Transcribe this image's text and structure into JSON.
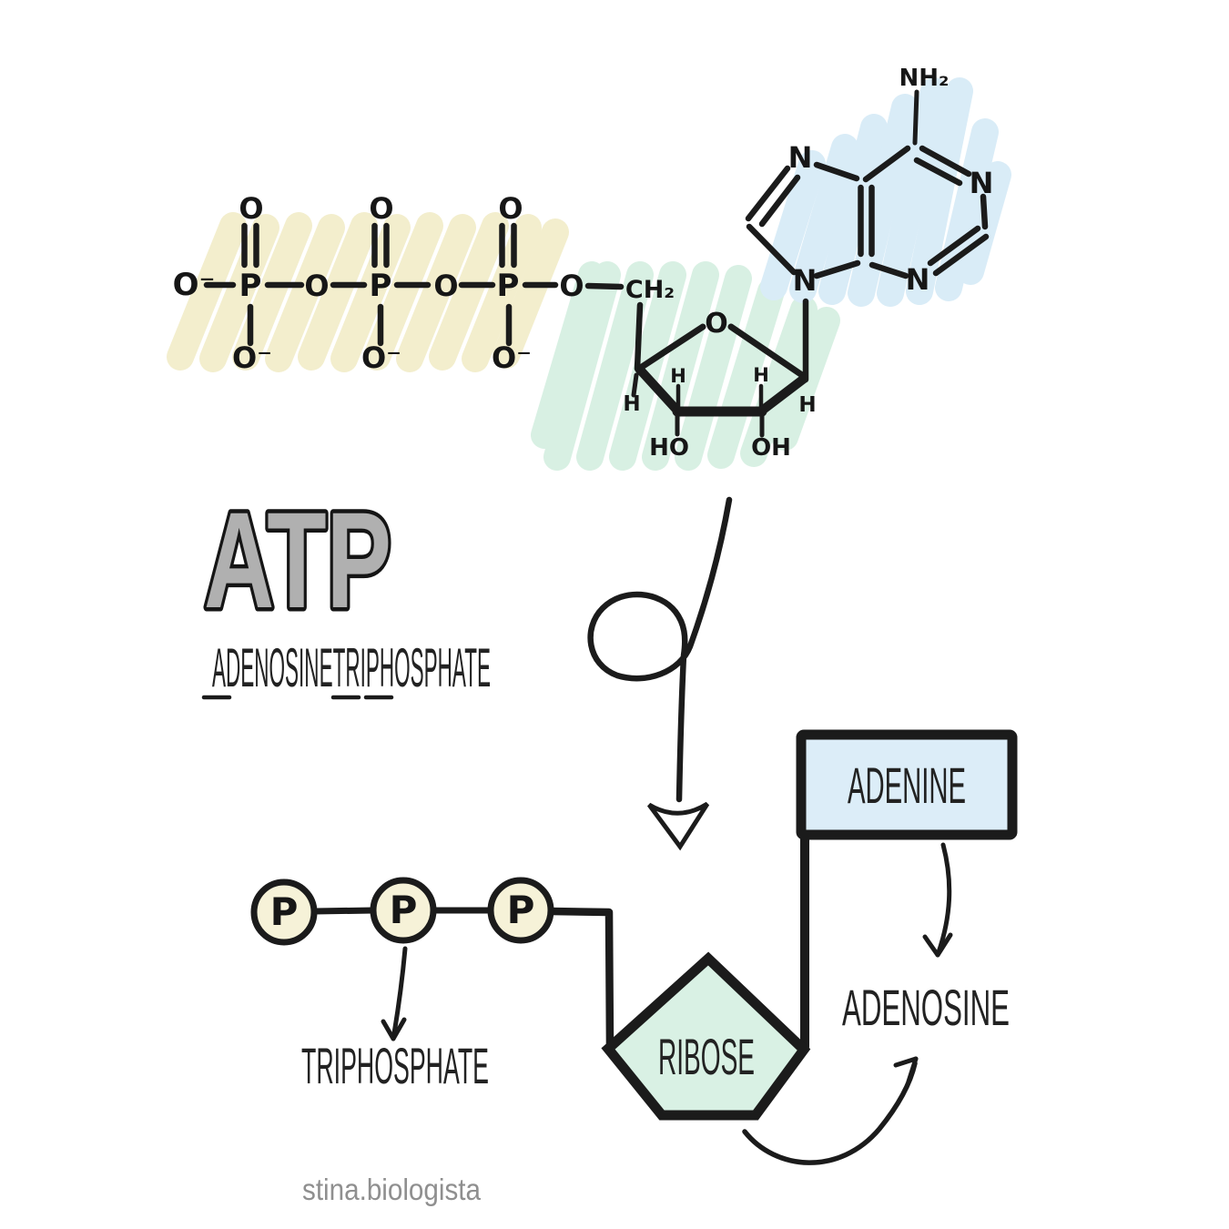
{
  "heading": {
    "abbr": "ATP",
    "full": "ADENOSINETRIPHOSPHATE"
  },
  "watermark": "stina.biologista",
  "colors": {
    "phosphate_highlight": "#f3eecd",
    "ribose_highlight": "#d8f0e3",
    "adenine_highlight": "#d9ecf7",
    "ink": "#1b1b1b",
    "atp_letter_fill": "#b0b0b0",
    "watermark_gray": "#8f8f8f",
    "phosphate_circle_fill": "#f6f2d8",
    "ribose_pentagon_fill": "#d9f1e4",
    "adenine_box_fill": "#dcedf8"
  },
  "molecule": {
    "phosphates": {
      "o_terminal": "O⁻",
      "p1": "P",
      "p2": "P",
      "p3": "P",
      "o_bridge1": "O",
      "o_bridge2": "O",
      "o_ester": "O",
      "o_double1": "O",
      "o_double2": "O",
      "o_double3": "O",
      "o_minus1": "O⁻",
      "o_minus2": "O⁻",
      "o_minus3": "O⁻"
    },
    "ribose": {
      "ch2": "CH₂",
      "o_ring": "O",
      "h1": "H",
      "h2": "H",
      "h3": "H",
      "h4": "H",
      "ho": "HO",
      "oh": "OH"
    },
    "adenine": {
      "nh2": "NH₂",
      "n1": "N",
      "n3": "N",
      "n7": "N",
      "n9": "N"
    }
  },
  "schematic": {
    "p_circles": [
      "P",
      "P",
      "P"
    ],
    "ribose": "RIBOSE",
    "adenine": "ADENINE",
    "adenosine": "ADENOSINE",
    "triphosphate": "TRIPHOSPHATE"
  }
}
